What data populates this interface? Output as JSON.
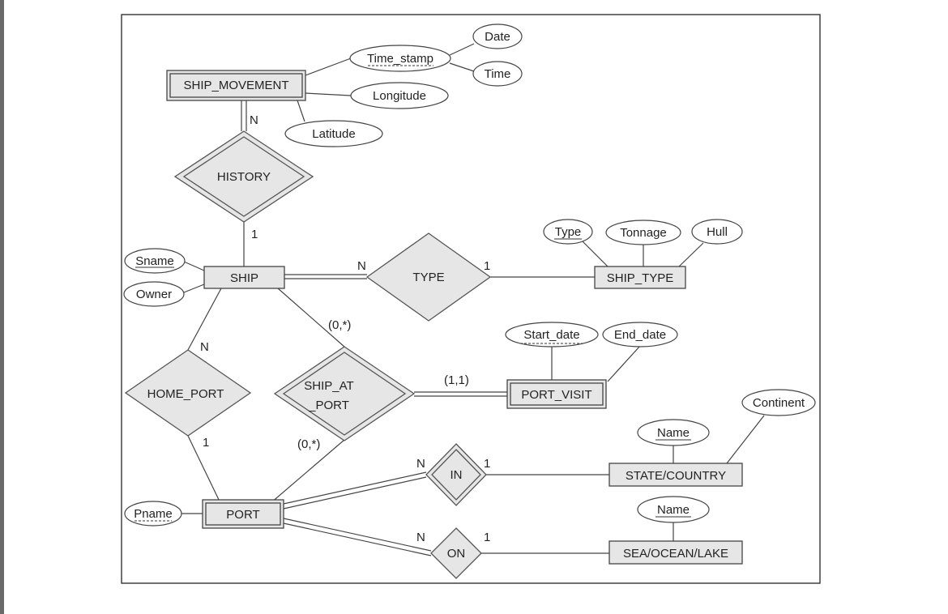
{
  "diagram": {
    "entities": {
      "ship_movement": "SHIP_MOVEMENT",
      "ship": "SHIP",
      "ship_type": "SHIP_TYPE",
      "port_visit": "PORT_VISIT",
      "port": "PORT",
      "state_country": "STATE/COUNTRY",
      "sea_ocean_lake": "SEA/OCEAN/LAKE"
    },
    "relationships": {
      "history": "HISTORY",
      "type": "TYPE",
      "home_port": "HOME_PORT",
      "ship_at_port_line1": "SHIP_AT",
      "ship_at_port_line2": "_PORT",
      "in": "IN",
      "on": "ON"
    },
    "attributes": {
      "time_stamp": "Time_stamp",
      "date": "Date",
      "time": "Time",
      "longitude": "Longitude",
      "latitude": "Latitude",
      "sname": "Sname",
      "owner": "Owner",
      "type": "Type",
      "tonnage": "Tonnage",
      "hull": "Hull",
      "start_date": "Start_date",
      "end_date": "End_date",
      "continent": "Continent",
      "state_name": "Name",
      "sea_name": "Name",
      "pname": "Pname"
    },
    "cardinalities": {
      "history_n": "N",
      "history_1": "1",
      "type_n": "N",
      "type_1": "1",
      "home_port_n": "N",
      "home_port_1": "1",
      "ship_at_port_ship": "(0,*)",
      "ship_at_port_port": "(0,*)",
      "ship_at_port_visit": "(1,1)",
      "in_n": "N",
      "in_1": "1",
      "on_n": "N",
      "on_1": "1"
    }
  }
}
